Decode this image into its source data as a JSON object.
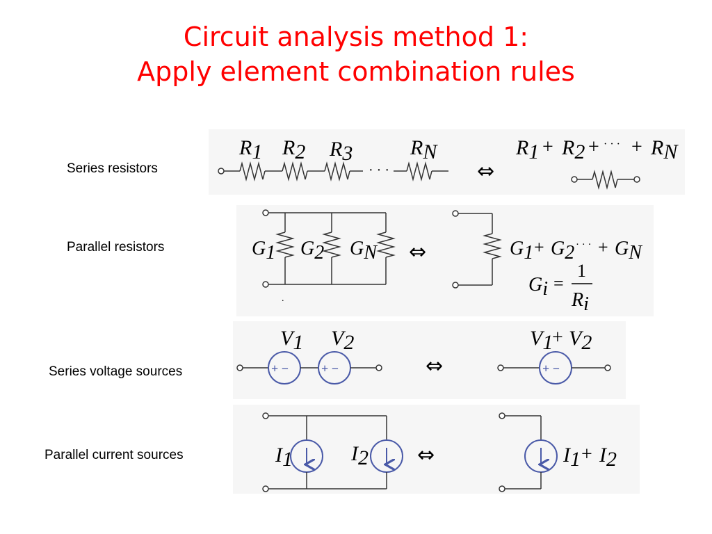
{
  "slide": {
    "title_line1": "Circuit analysis method 1:",
    "title_line2": "Apply element combination rules"
  },
  "rows": [
    {
      "label": "Series resistors"
    },
    {
      "label": "Parallel resistors"
    },
    {
      "label": "Series voltage sources"
    },
    {
      "label": "Parallel current sources"
    }
  ],
  "symbols": {
    "R": "R",
    "G": "G",
    "V": "V",
    "I": "I",
    "sub1": "1",
    "sub2": "2",
    "sub3": "3",
    "subN": "N",
    "subi": "i",
    "plus": "+",
    "equals": "=",
    "dots": "· · ·",
    "one": "1",
    "minus": "−",
    "equiv": "⇔",
    "dot": "."
  },
  "colors": {
    "title": "#ff0000",
    "source_outline": "#4a5aa8",
    "wire": "#333333"
  },
  "icons": [
    "double-arrow-equivalence-icon",
    "resistor-icon",
    "voltage-source-icon",
    "current-source-icon"
  ]
}
